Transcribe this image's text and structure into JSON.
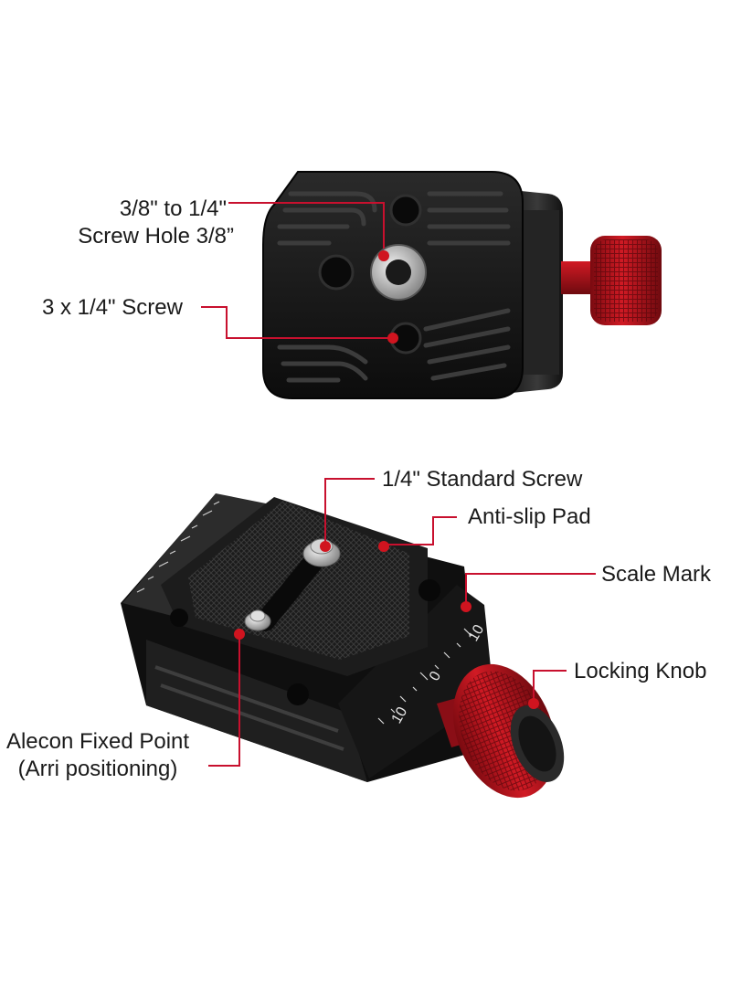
{
  "colors": {
    "body_black": "#151515",
    "knob_red": "#b0121c",
    "callout_red": "#c8102e",
    "dot_red": "#d0141f"
  },
  "callouts": {
    "screw_hole_line1": "3/8\" to 1/4\"",
    "screw_hole_line2": "Screw Hole  3/8”",
    "three_screw": "3 x 1/4\" Screw",
    "standard_screw": "1/4\" Standard Screw",
    "anti_slip": "Anti-slip Pad",
    "scale_mark": "Scale Mark",
    "locking_knob": "Locking Knob",
    "fixed_point_line1": "Alecon Fixed Point",
    "fixed_point_line2": "(Arri positioning)"
  },
  "scale_numbers": {
    "top": "10",
    "middle": "0",
    "bottom": "10"
  }
}
